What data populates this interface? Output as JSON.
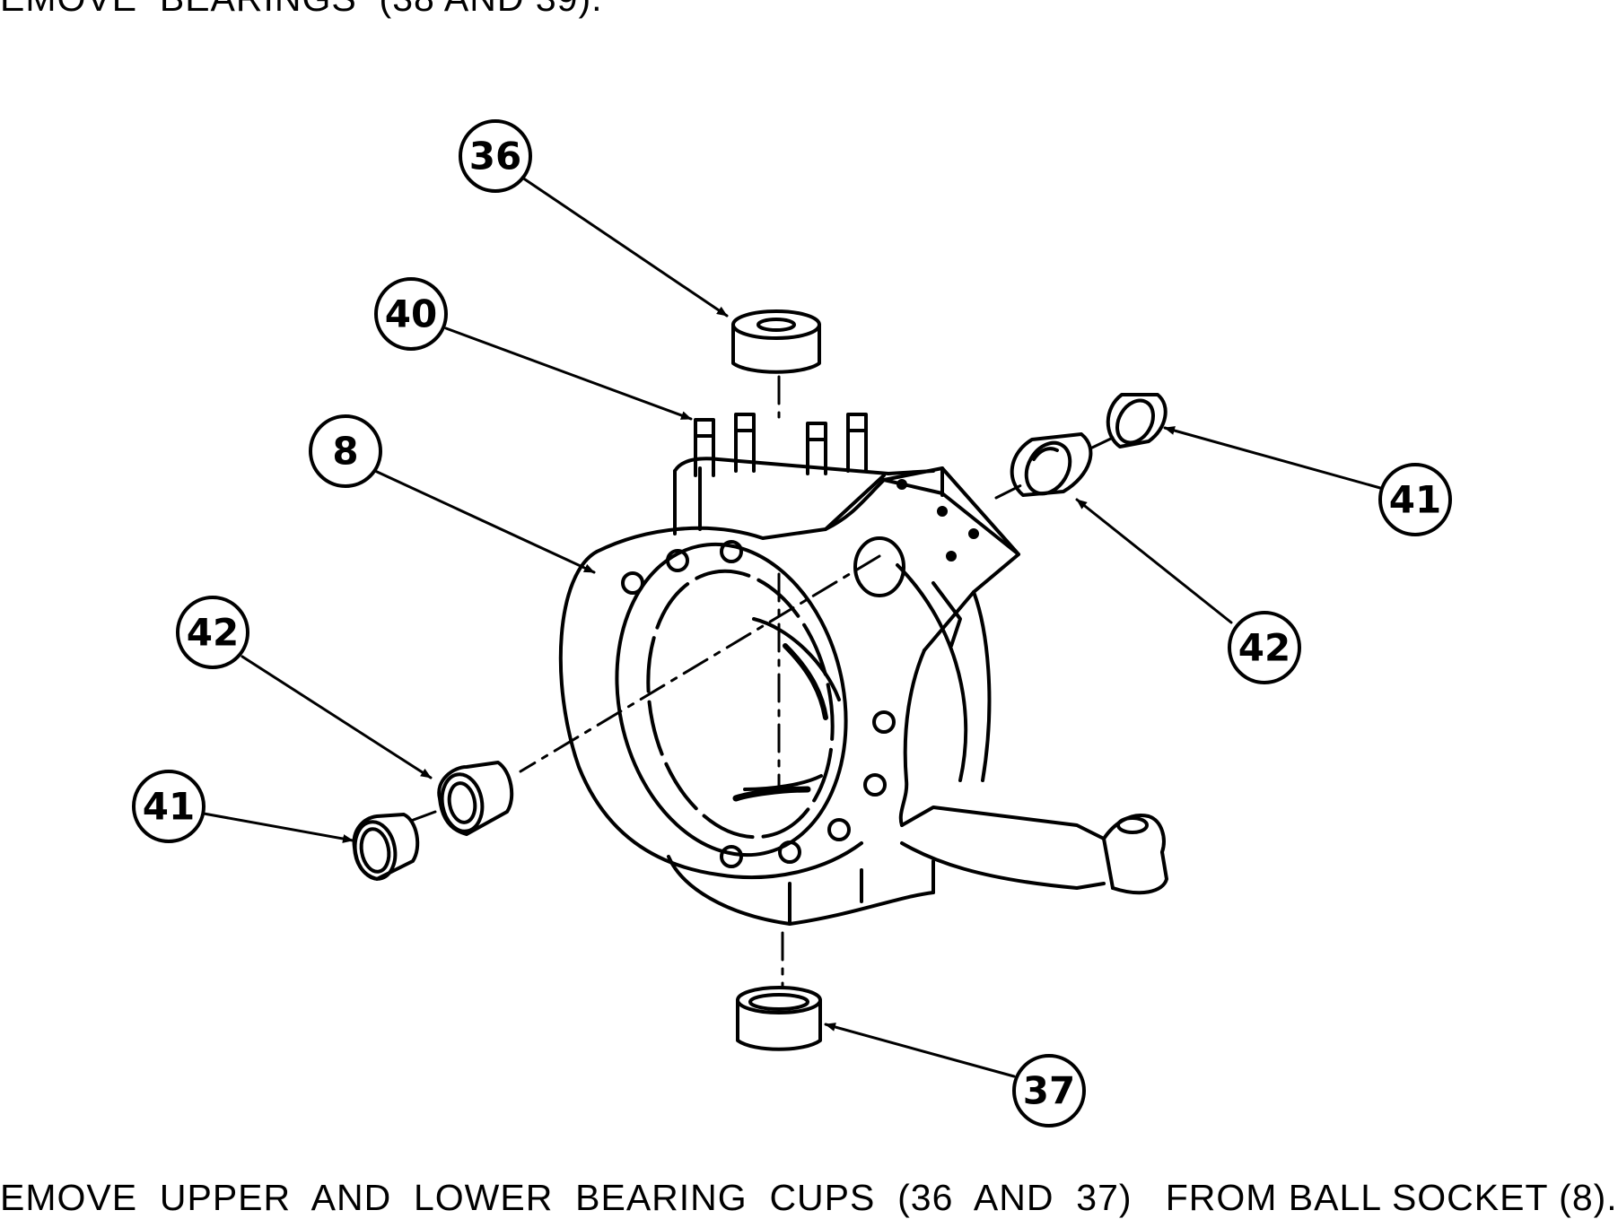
{
  "instructions": {
    "top": "EMOVE  BEARINGS  (38 AND 39).",
    "bottom": "EMOVE  UPPER  AND  LOWER  BEARING  CUPS  (36  AND  37)   FROM BALL SOCKET (8)."
  },
  "callouts": {
    "c36": "36",
    "c40": "40",
    "c8": "8",
    "c41_right": "41",
    "c42_right": "42",
    "c42_left": "42",
    "c41_left": "41",
    "c37": "37"
  }
}
